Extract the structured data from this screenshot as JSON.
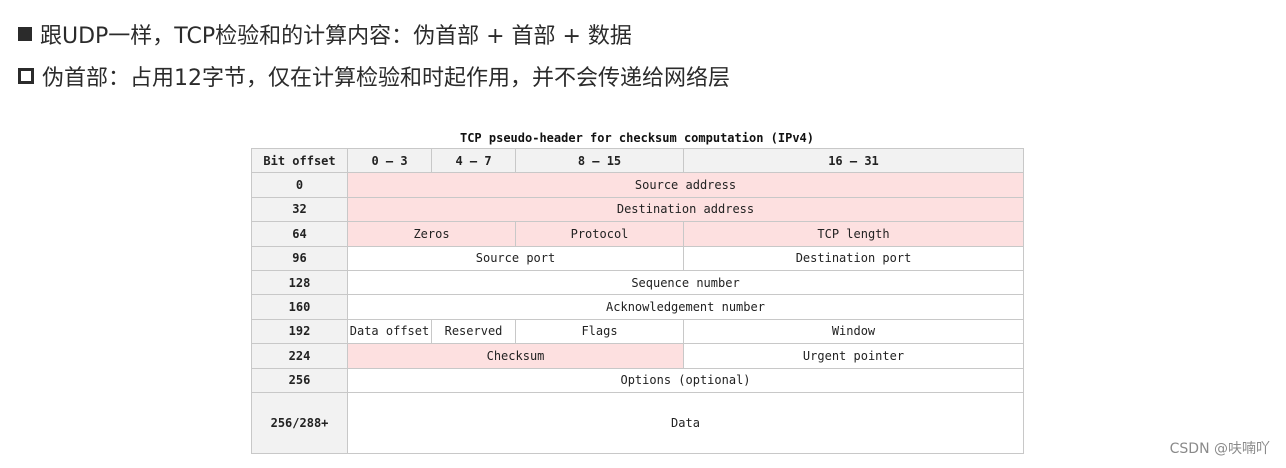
{
  "bullets": [
    {
      "icon": "filled-square-icon",
      "text": "跟UDP一样，TCP检验和的计算内容：伪首部 + 首部 + 数据"
    },
    {
      "icon": "hollow-square-icon",
      "text": "伪首部：占用12字节，仅在计算检验和时起作用，并不会传递给网络层"
    }
  ],
  "table": {
    "caption": "TCP pseudo-header for checksum computation (IPv4)",
    "headers": [
      "Bit offset",
      "0 – 3",
      "4 – 7",
      "8 – 15",
      "16 – 31"
    ],
    "rows": [
      {
        "offset": "0",
        "cells": [
          "Source address"
        ]
      },
      {
        "offset": "32",
        "cells": [
          "Destination address"
        ]
      },
      {
        "offset": "64",
        "cells": [
          "Zeros",
          "Protocol",
          "TCP length"
        ]
      },
      {
        "offset": "96",
        "cells": [
          "Source port",
          "Destination port"
        ]
      },
      {
        "offset": "128",
        "cells": [
          "Sequence number"
        ]
      },
      {
        "offset": "160",
        "cells": [
          "Acknowledgement number"
        ]
      },
      {
        "offset": "192",
        "cells": [
          "Data offset",
          "Reserved",
          "Flags",
          "Window"
        ]
      },
      {
        "offset": "224",
        "cells": [
          "Checksum",
          "Urgent pointer"
        ]
      },
      {
        "offset": "256",
        "cells": [
          "Options (optional)"
        ]
      },
      {
        "offset": "256/288+",
        "cells": [
          "Data"
        ]
      }
    ]
  },
  "watermark": "CSDN @呋喃吖"
}
